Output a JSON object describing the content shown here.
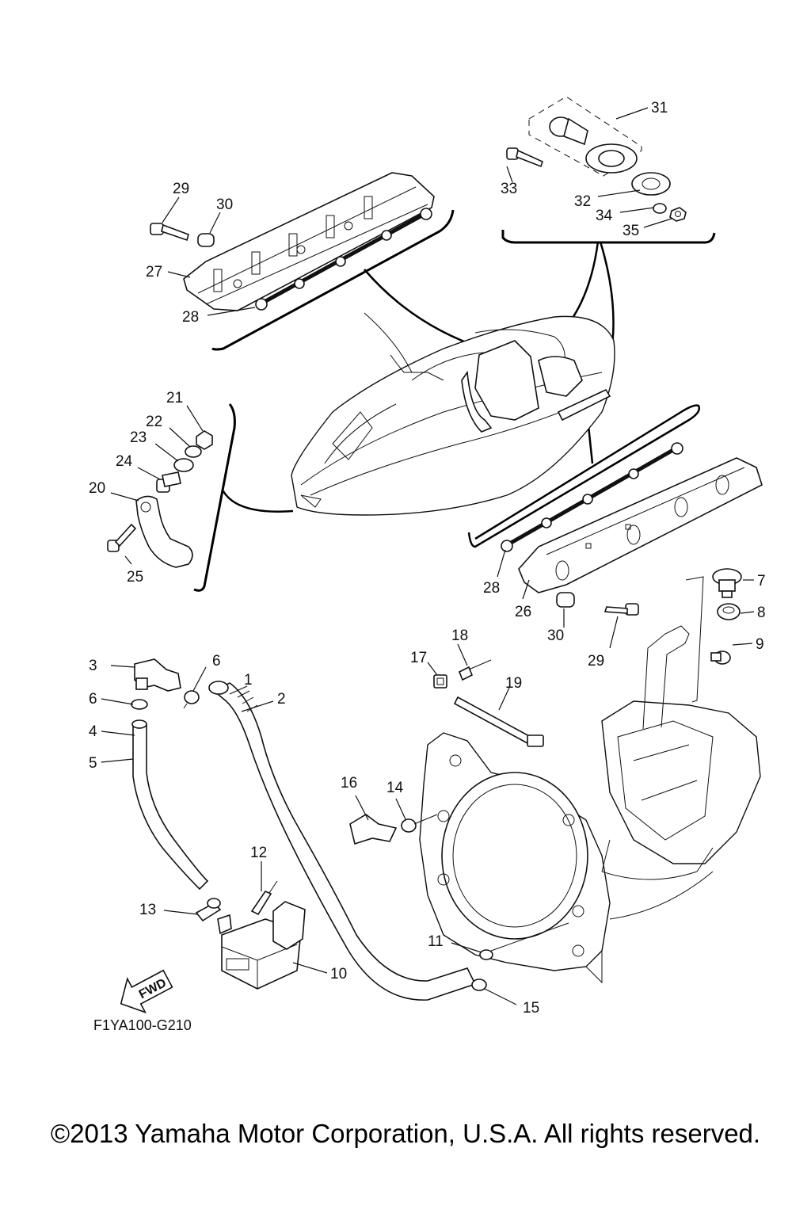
{
  "labels": {
    "l1": "1",
    "l2": "2",
    "l3": "3",
    "l4": "4",
    "l5": "5",
    "l6a": "6",
    "l6b": "6",
    "l7": "7",
    "l8": "8",
    "l9": "9",
    "l10": "10",
    "l11": "11",
    "l12": "12",
    "l13": "13",
    "l14": "14",
    "l15": "15",
    "l16": "16",
    "l17": "17",
    "l18": "18",
    "l19": "19",
    "l20": "20",
    "l21": "21",
    "l22": "22",
    "l23": "23",
    "l24": "24",
    "l25": "25",
    "l26": "26",
    "l27": "27",
    "l28a": "28",
    "l28b": "28",
    "l29a": "29",
    "l29b": "29",
    "l30a": "30",
    "l30b": "30",
    "l31": "31",
    "l32": "32",
    "l33": "33",
    "l34": "34",
    "l35": "35"
  },
  "fwd_label": "FWD",
  "diagram_code": "F1YA100-G210",
  "copyright": "©2013 Yamaha Motor Corporation, U.S.A. All rights reserved."
}
